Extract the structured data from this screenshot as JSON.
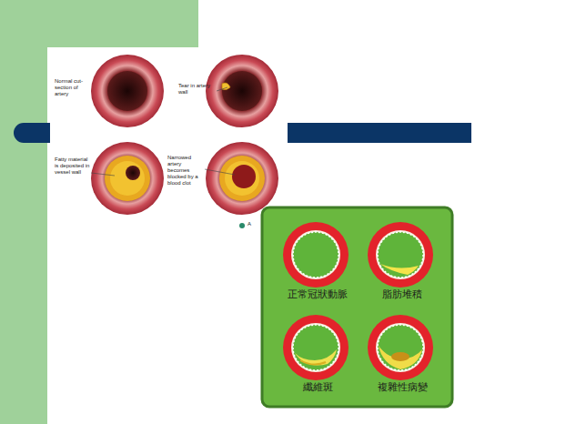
{
  "diagram": {
    "labels": [
      "Normal cut-section of artery",
      "Tear in artery wall",
      "Fatty material is deposited in vessel wall",
      "Narrowed artery becomes blocked by a blood clot",
      "A",
      "正常冠狀動脈",
      "脂肪堆積",
      "纖維斑",
      "複雜性病變"
    ]
  }
}
